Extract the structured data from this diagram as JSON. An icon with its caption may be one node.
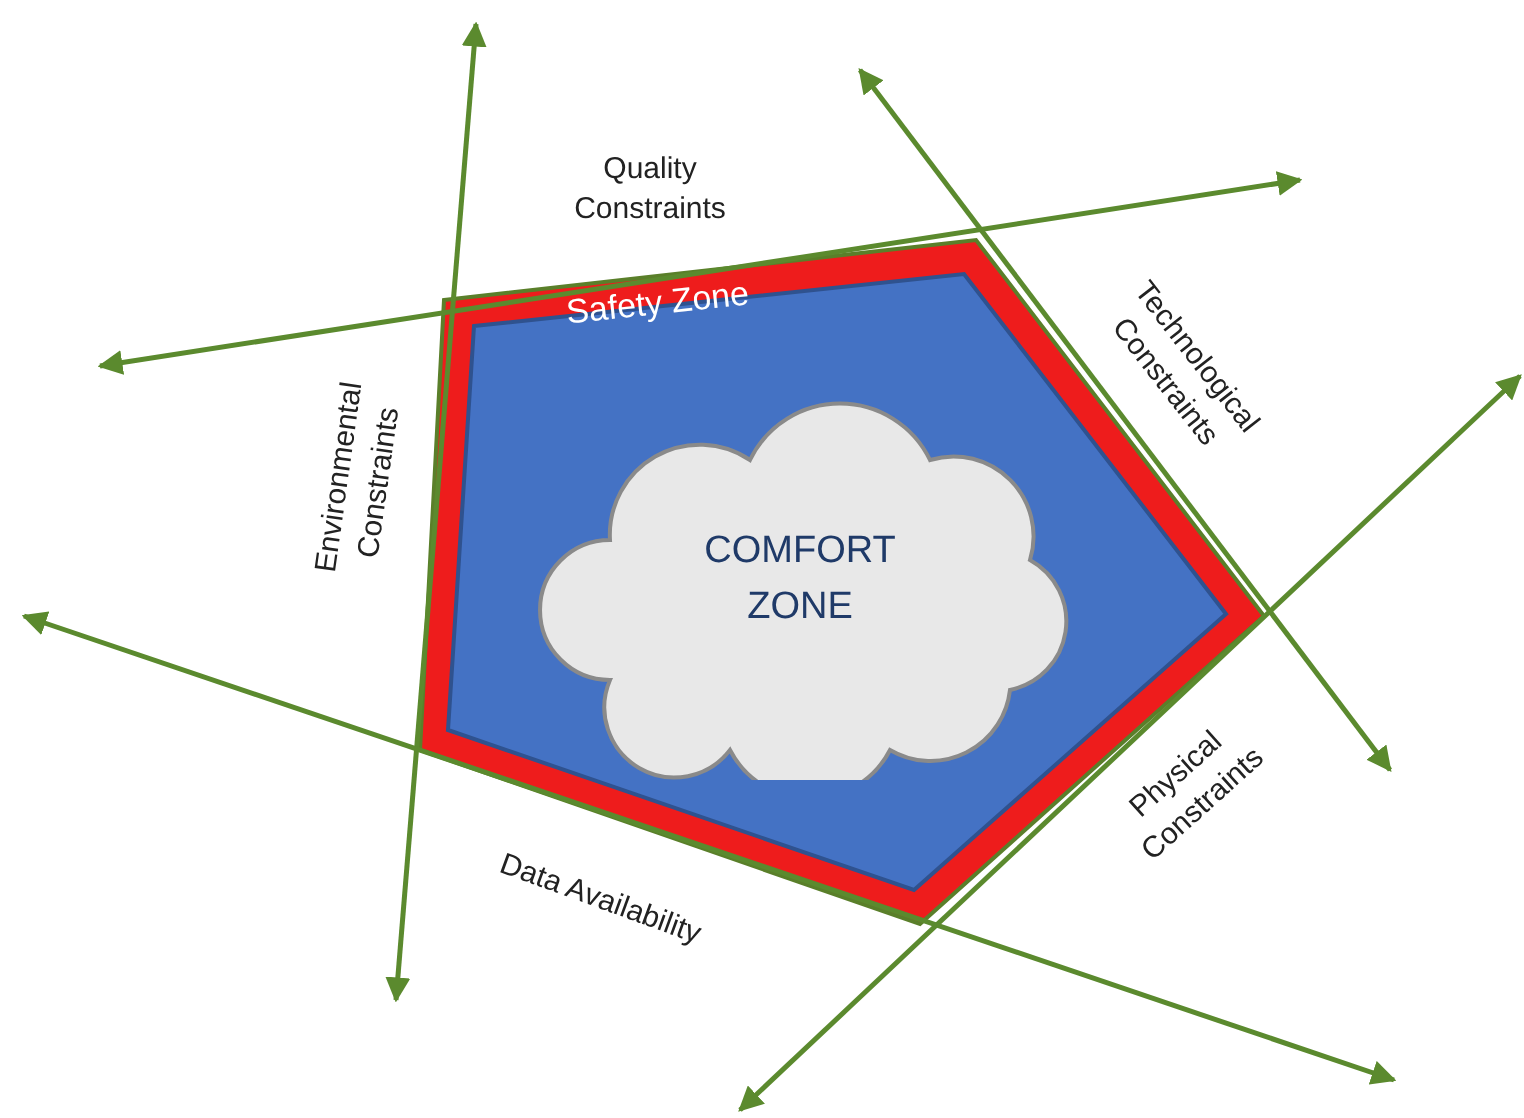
{
  "diagram": {
    "nodes": [
      {
        "text": [
          "Safety Zone"
        ]
      },
      {
        "text": [
          "COMFORT ZONE"
        ],
        "in": 0
      }
    ],
    "labels": [
      "Quality Constraints",
      "Technological Constraints",
      "Environmental Constraints",
      "Physical Constraints",
      "Data Availability"
    ]
  }
}
